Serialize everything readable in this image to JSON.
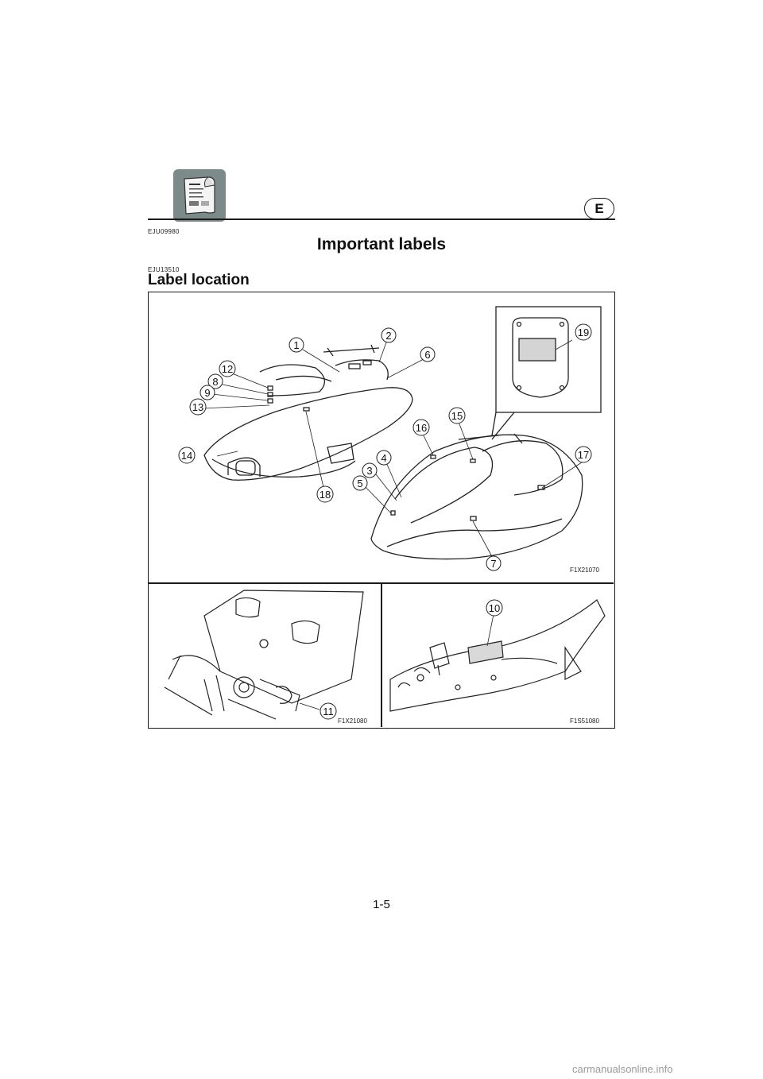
{
  "header": {
    "language": "E",
    "doc_code": "EJU09980",
    "icon": "manual-book-icon"
  },
  "page_title": "Important labels",
  "section": {
    "code": "EJU13510",
    "title": "Label location"
  },
  "figure": {
    "main_code": "F1X21070",
    "bottom_left_code": "F1X21080",
    "bottom_right_code": "F1S51080",
    "callouts": [
      "1",
      "2",
      "3",
      "4",
      "5",
      "6",
      "7",
      "8",
      "9",
      "10",
      "11",
      "12",
      "13",
      "14",
      "15",
      "16",
      "17",
      "18",
      "19"
    ]
  },
  "page_number": "1-5",
  "watermark": "carmanualsonline.info"
}
